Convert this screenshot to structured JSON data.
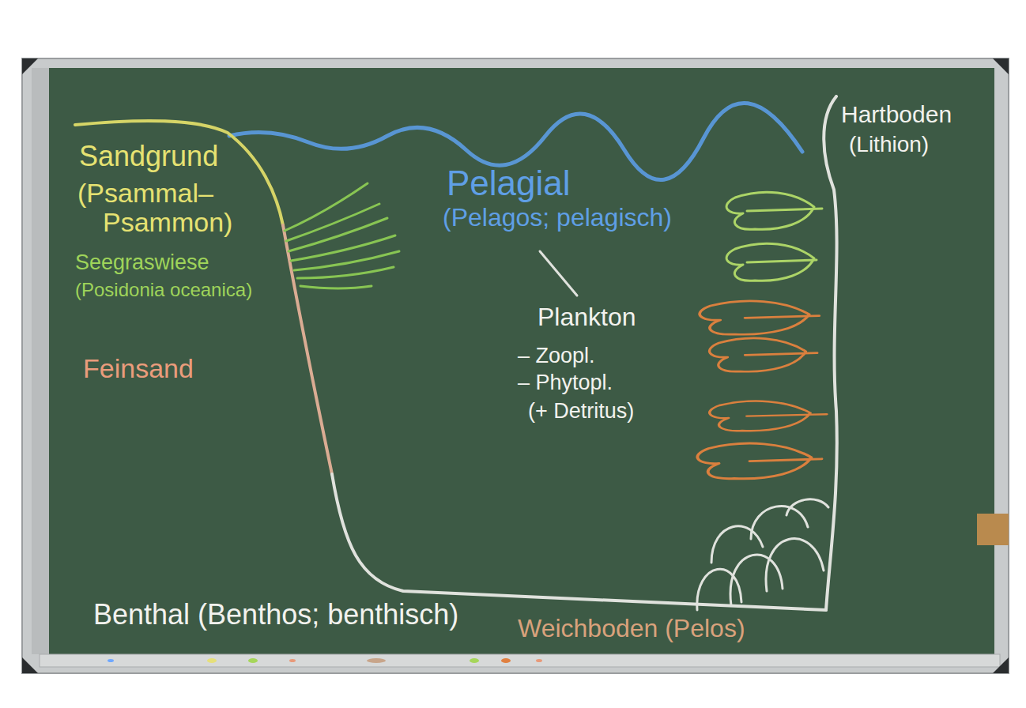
{
  "diagram": {
    "labels": [
      "Sandgrund",
      "(Psammal– Psammon)",
      "Seegraswiese",
      "(Posidonia oceanica)",
      "Feinsand",
      "Pelagial",
      "(Pelagos; pelagisch)",
      "Plankton",
      "– Zoopl.",
      "– Phytopl.",
      "(+ Detritus)",
      "Hartboden",
      "(Lithion)",
      "Benthal (Benthos; benthisch)",
      "Weichboden (Pelos)"
    ]
  }
}
